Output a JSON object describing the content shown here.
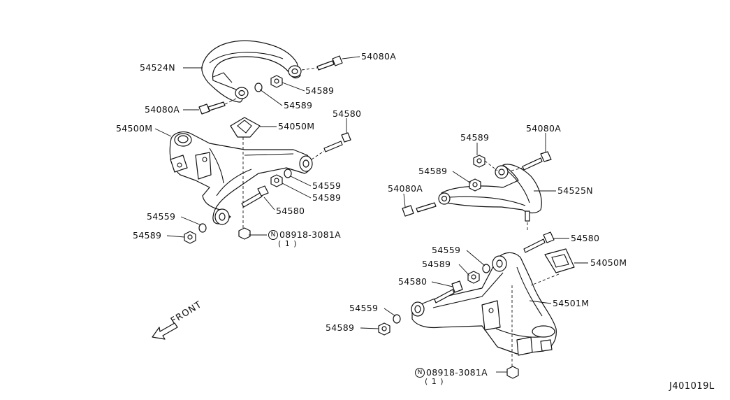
{
  "diagram": {
    "figure_code": "J401019L",
    "front_arrow": "FRONT",
    "labels": {
      "upper_arm_left": "54524N",
      "upper_arm_right": "54525N",
      "lower_arm_left": "54500M",
      "lower_arm_right": "54501M",
      "bumper_left": "54050M",
      "bumper_right": "54050M",
      "bolt_upper_left_top": "54080A",
      "bolt_upper_left_bottom": "54080A",
      "bolt_upper_right_top": "54080A",
      "bolt_upper_right_left": "54080A",
      "nut_ul_1": "54589",
      "nut_ul_2": "54589",
      "nut_ur_1": "54589",
      "nut_ur_2": "54589",
      "bolt_ll_1": "54580",
      "bolt_ll_2": "54580",
      "washer_ll_1": "54559",
      "nut_ll_1": "54589",
      "washer_ll_2": "54559",
      "nut_ll_2": "54589",
      "bolt_lr_1": "54580",
      "bolt_lr_2": "54580",
      "washer_lr_1": "54559",
      "nut_lr_1": "54589",
      "washer_lr_2": "54559",
      "nut_lr_2": "54589",
      "nut_std_left": "08918-3081A",
      "nut_std_left_qty": "( 1 )",
      "nut_std_right": "08918-3081A",
      "nut_std_right_qty": "( 1 )",
      "n_symbol": "N"
    }
  }
}
